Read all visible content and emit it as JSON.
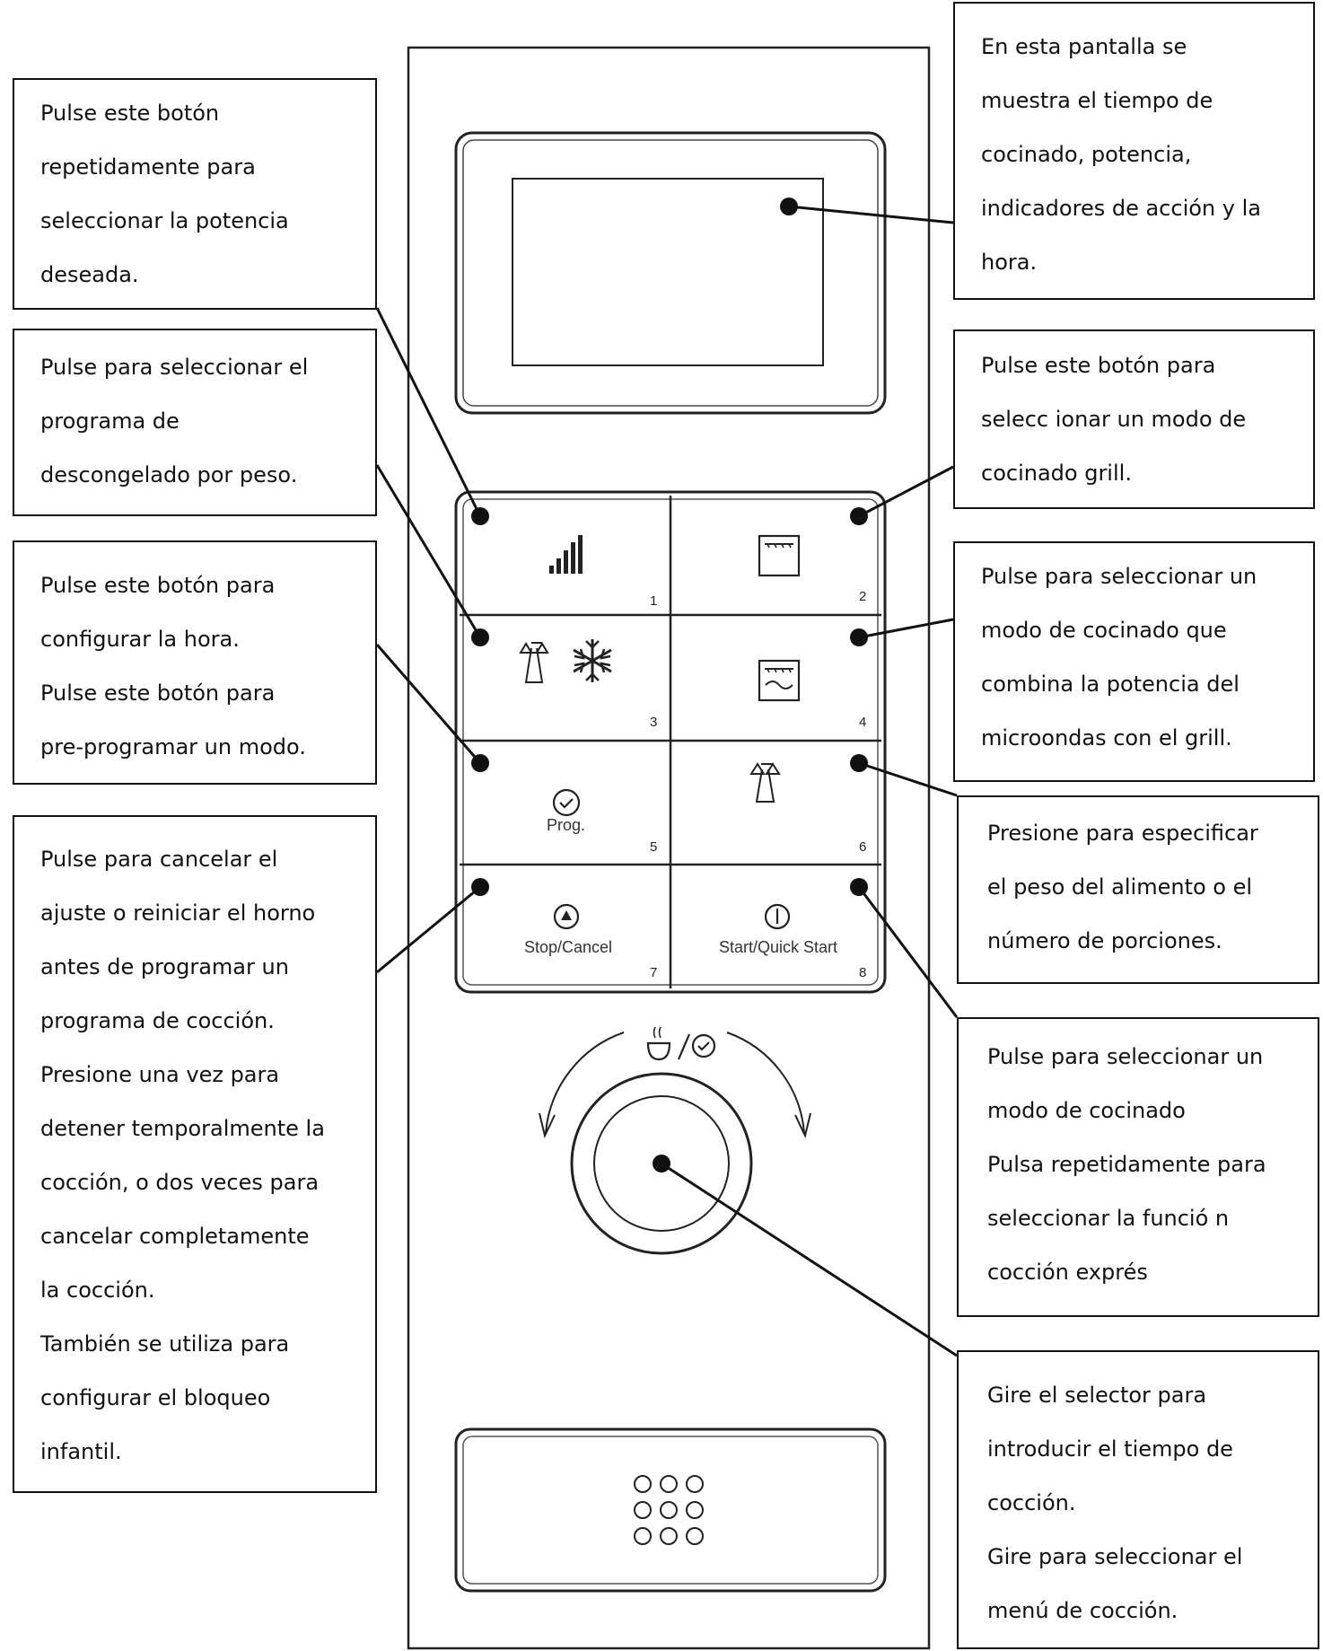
{
  "panel": {
    "buttons": [
      {
        "number": "1",
        "icon": "power-level-icon",
        "label": ""
      },
      {
        "number": "2",
        "icon": "grill-icon",
        "label": ""
      },
      {
        "number": "3",
        "icon": "weight-defrost-icon",
        "label": ""
      },
      {
        "number": "4",
        "icon": "combi-icon",
        "label": ""
      },
      {
        "number": "5",
        "icon": "clock-icon",
        "label": "Prog."
      },
      {
        "number": "6",
        "icon": "weight-icon",
        "label": ""
      },
      {
        "number": "7",
        "icon": "stop-icon",
        "label": "Stop/Cancel"
      },
      {
        "number": "8",
        "icon": "start-icon",
        "label": "Start/Quick Start"
      }
    ],
    "dial_icon": "food-clock-icon",
    "door_icon": "keypad-dots-icon"
  },
  "callouts": {
    "display": [
      "En esta pantalla se",
      "muestra el tiempo de",
      "cocinado, potencia,",
      "indicadores de acción y la",
      "hora."
    ],
    "power": [
      "Pulse este botón",
      "repetidamente para",
      "seleccionar la potencia",
      "deseada."
    ],
    "defrost": [
      "Pulse para seleccionar el",
      "programa de",
      "descongelado por peso."
    ],
    "clock": [
      "Pulse este botón para",
      "configurar la hora.",
      "Pulse este botón para",
      "pre-programar un modo."
    ],
    "stop": [
      "Pulse para cancelar el",
      "ajuste o reiniciar el horno",
      "antes de programar un",
      "programa de cocción.",
      "Presione una vez para",
      "detener temporalmente la",
      "cocción, o dos veces para",
      "cancelar completamente",
      "la cocción.",
      "También se utiliza para",
      "configurar el bloqueo",
      "infantil."
    ],
    "grill": [
      "Pulse este botón para",
      "selecc ionar un modo de",
      "cocinado grill."
    ],
    "combi": [
      "Pulse para seleccionar un",
      "modo de cocinado que",
      "combina la potencia del",
      "microondas con el grill."
    ],
    "weight": [
      "Presione para especificar",
      "el peso del alimento o el",
      "número de porciones."
    ],
    "start": [
      "Pulse para seleccionar un",
      "modo de cocinado",
      "Pulsa repetidamente para",
      "seleccionar la funció n",
      "cocción exprés"
    ],
    "dial": [
      "Gire el selector para",
      "introducir el tiempo de",
      "cocción.",
      "Gire para seleccionar el",
      "menú de cocción."
    ]
  }
}
